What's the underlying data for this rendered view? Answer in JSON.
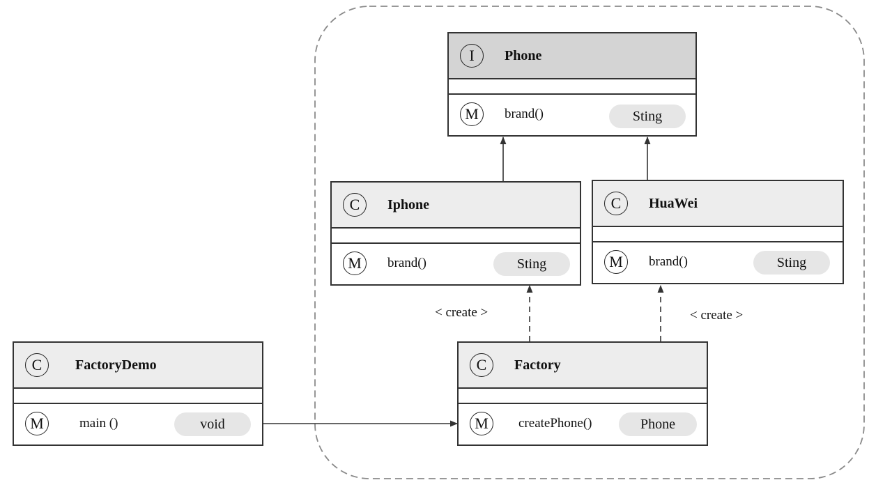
{
  "diagram": {
    "package_boundary": "dashed-rounded",
    "relations": {
      "create_left": "< create >",
      "create_right": "< create >"
    },
    "classes": {
      "phone": {
        "stereotype": "I",
        "name": "Phone",
        "method_badge": "M",
        "method": "brand()",
        "return_type": "Sting"
      },
      "iphone": {
        "stereotype": "C",
        "name": "Iphone",
        "method_badge": "M",
        "method": "brand()",
        "return_type": "Sting"
      },
      "huawei": {
        "stereotype": "C",
        "name": "HuaWei",
        "method_badge": "M",
        "method": "brand()",
        "return_type": "Sting"
      },
      "factory": {
        "stereotype": "C",
        "name": "Factory",
        "method_badge": "M",
        "method": "createPhone()",
        "return_type": "Phone"
      },
      "factory_demo": {
        "stereotype": "C",
        "name": "FactoryDemo",
        "method_badge": "M",
        "method": "main ()",
        "return_type": "void"
      }
    },
    "colors": {
      "interface_header": "#d4d4d4",
      "class_header": "#ededed",
      "type_pill": "#e6e6e6",
      "line": "#333333",
      "boundary": "#8a8a8a"
    }
  }
}
